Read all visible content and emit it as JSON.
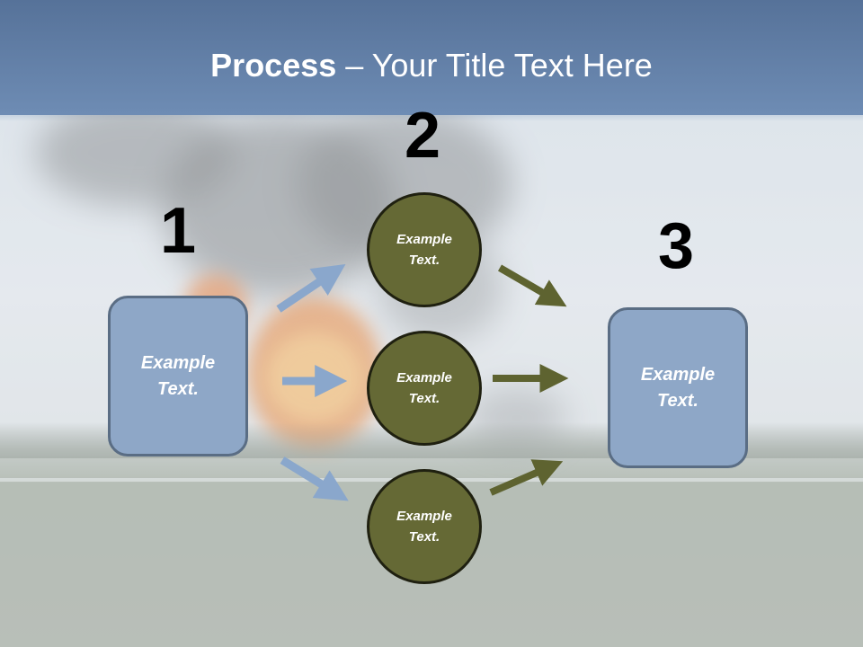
{
  "title": {
    "bold": "Process",
    "rest": " – Your Title Text Here"
  },
  "steps": {
    "one": {
      "number": "1",
      "label": "Example\nText."
    },
    "two": {
      "number": "2",
      "items": [
        "Example\nText.",
        "Example\nText.",
        "Example\nText."
      ]
    },
    "three": {
      "number": "3",
      "label": "Example\nText."
    }
  },
  "colors": {
    "title_band": "#6283ad",
    "box_fill": "#8ea7c7",
    "circle_fill": "#656935",
    "blue_arrow": "#8aa7cc",
    "olive_arrow": "#5e6330"
  }
}
